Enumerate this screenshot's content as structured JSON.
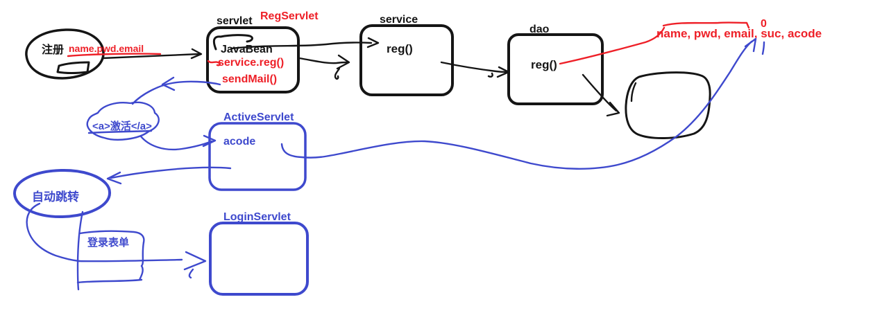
{
  "colors": {
    "background": "#ffffff",
    "ink_black": "#151515",
    "ink_red": "#ee2028",
    "ink_blue": "#3e49cd"
  },
  "diagram": {
    "register_bubble": {
      "label": "注册"
    },
    "register_arrow_label": "name.pwd.email",
    "reg_servlet": {
      "box_label": "servlet",
      "class_name": "RegServlet",
      "line_javabean": "JavaBean",
      "line_service_call": "service.reg()",
      "line_sendmail": "sendMail()"
    },
    "service": {
      "box_label": "service",
      "method": "reg()"
    },
    "dao": {
      "box_label": "dao",
      "method": "reg()"
    },
    "db_fields": {
      "flag_zero": "0",
      "fields": "name, pwd, email, suc, acode"
    },
    "activation_link": {
      "label": "<a>激活</a>"
    },
    "active_servlet": {
      "class_name": "ActiveServlet",
      "param": "acode"
    },
    "auto_redirect": {
      "label": "自动跳转"
    },
    "login_form": {
      "label": "登录表单"
    },
    "login_servlet": {
      "class_name": "LoginServlet"
    }
  }
}
